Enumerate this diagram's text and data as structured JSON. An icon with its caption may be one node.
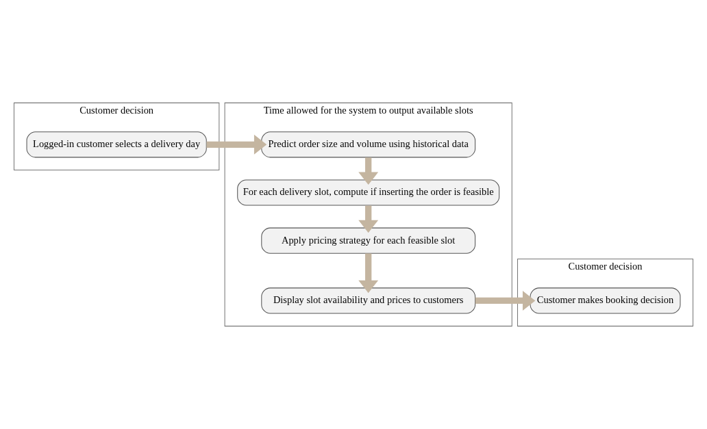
{
  "diagram": {
    "nodes": [
      {
        "text": [
          "Customer decision"
        ]
      },
      {
        "text": [
          "Logged-in customer selects a delivery day"
        ],
        "in": 0
      },
      {
        "text": [
          "Time allowed for the system to output available slots"
        ]
      },
      {
        "text": [
          "Predict order size and volume using historical data"
        ],
        "in": 2
      },
      {
        "text": [
          "For each delivery slot, compute if inserting the order is feasible"
        ],
        "in": 2
      },
      {
        "text": [
          "Apply pricing strategy for each feasible slot"
        ],
        "in": 2
      },
      {
        "text": [
          "Display slot availability and prices to customers"
        ],
        "in": 2
      },
      {
        "text": [
          "Customer decision"
        ]
      },
      {
        "text": [
          "Customer makes booking decision"
        ],
        "in": 7
      }
    ],
    "edges": [
      {
        "from": 1,
        "to": 3,
        "arrow": "to"
      },
      {
        "from": 3,
        "to": 4,
        "arrow": "to"
      },
      {
        "from": 4,
        "to": 5,
        "arrow": "to"
      },
      {
        "from": 5,
        "to": 6,
        "arrow": "to"
      },
      {
        "from": 6,
        "to": 8,
        "arrow": "to"
      }
    ]
  }
}
